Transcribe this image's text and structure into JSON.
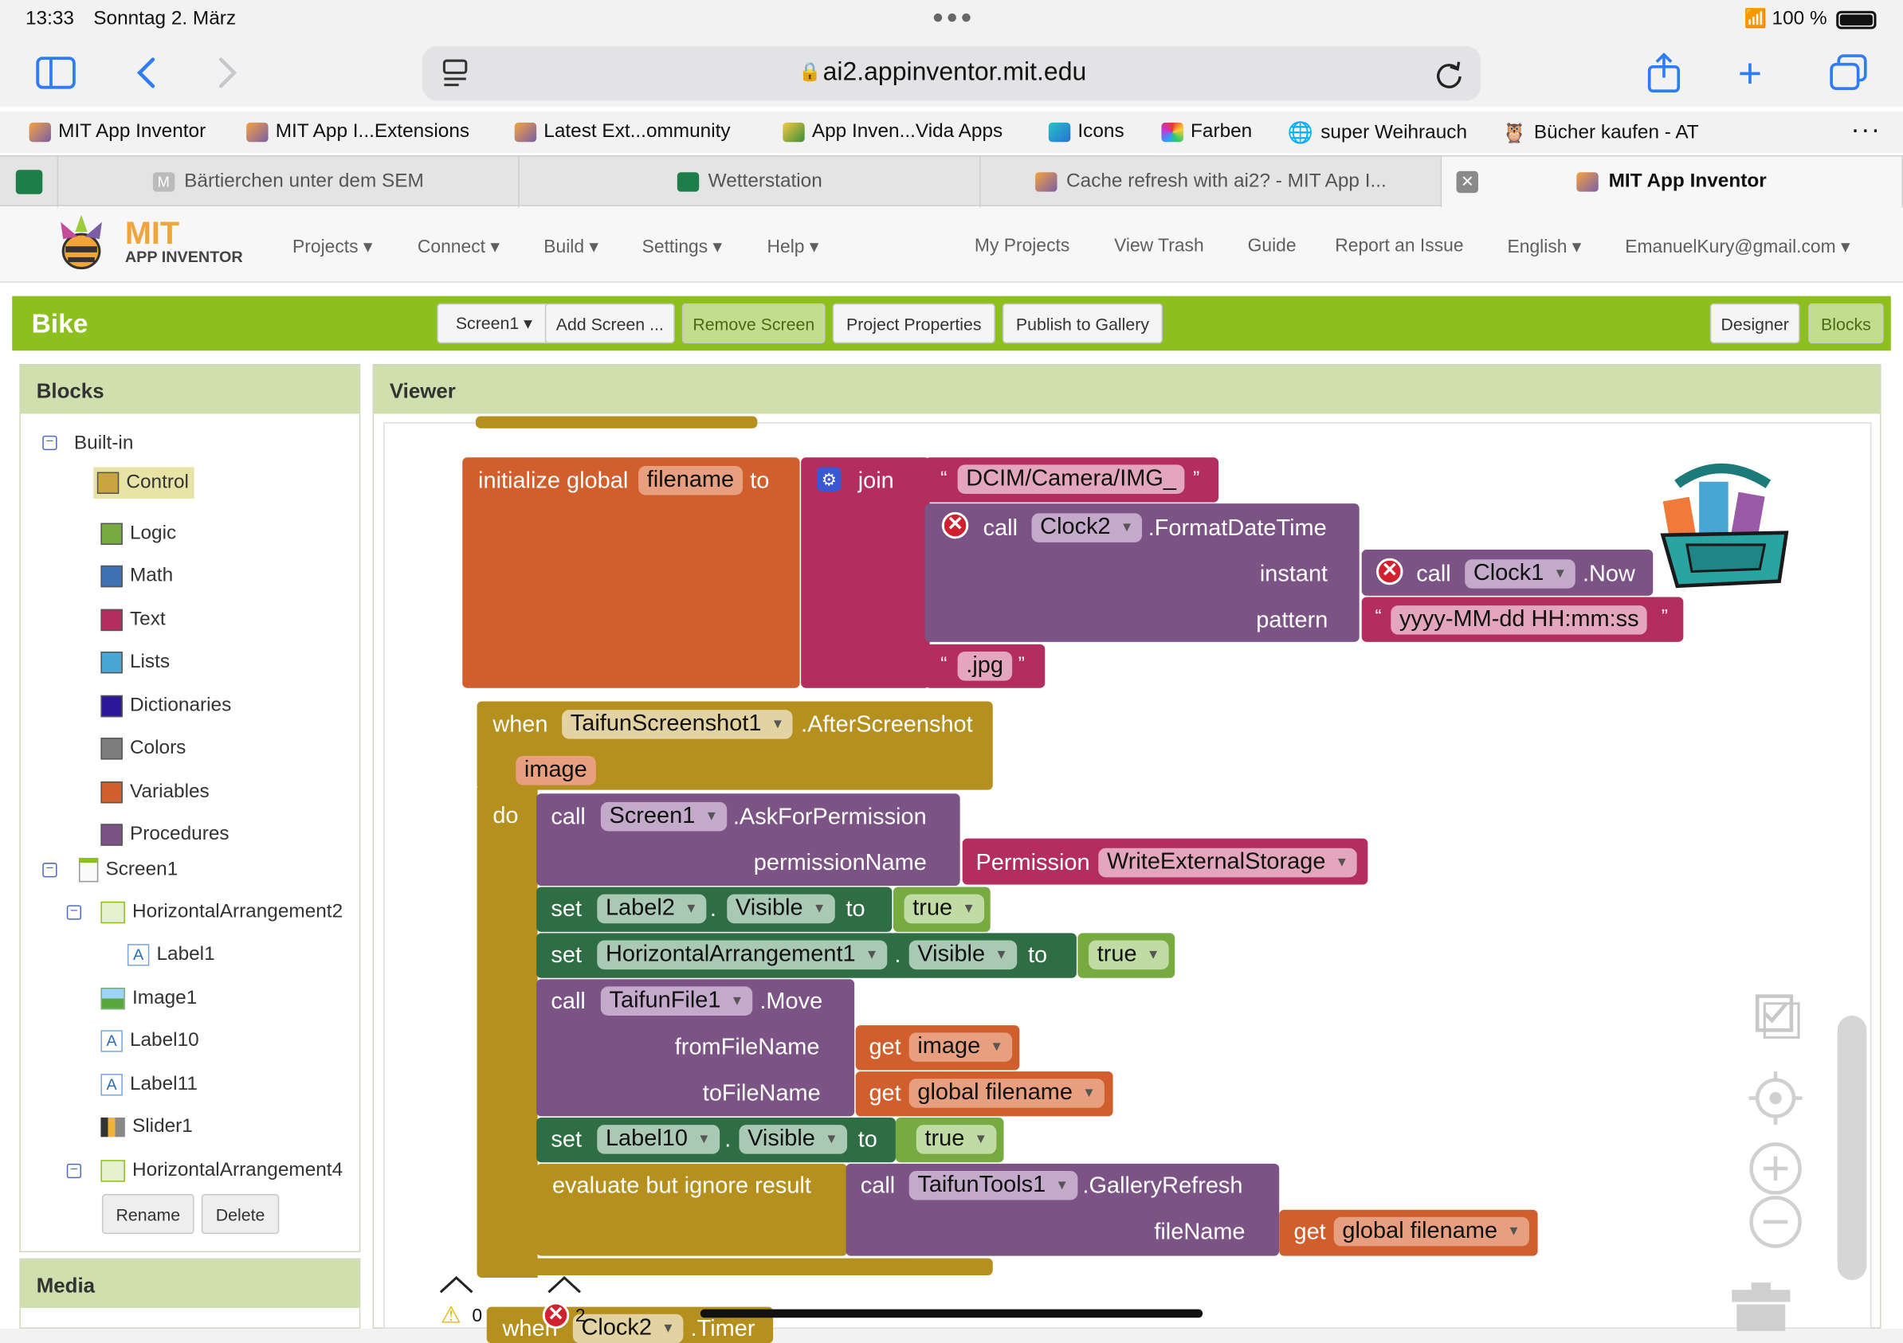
{
  "status": {
    "time": "13:33",
    "date": "Sonntag 2. März",
    "battery": "100 %"
  },
  "browser": {
    "url": "ai2.appinventor.mit.edu",
    "bookmarks": [
      "MIT App Inventor",
      "MIT App I...Extensions",
      "Latest Ext...ommunity",
      "App Inven...Vida Apps",
      "Icons",
      "Farben",
      "super Weihrauch",
      "Bücher kaufen - AT"
    ],
    "tabs": [
      "Bärtierchen unter dem SEM",
      "Wetterstation",
      "Cache refresh with ai2? - MIT App I...",
      "MIT App Inventor"
    ]
  },
  "app": {
    "logo_title": "MIT",
    "logo_sub": "APP INVENTOR",
    "menus": [
      "Projects ▾",
      "Connect ▾",
      "Build ▾",
      "Settings ▾",
      "Help ▾"
    ],
    "links": [
      "My Projects",
      "View Trash",
      "Guide",
      "Report an Issue",
      "English ▾",
      "EmanuelKury@gmail.com ▾"
    ],
    "project": "Bike",
    "toolbar": {
      "screen": "Screen1 ▾",
      "add": "Add Screen ...",
      "remove": "Remove Screen",
      "props": "Project Properties",
      "publish": "Publish to Gallery",
      "designer": "Designer",
      "blocks": "Blocks"
    }
  },
  "blocks_panel": {
    "title": "Blocks",
    "builtin": "Built-in",
    "categories": [
      {
        "label": "Control",
        "color": "#c9a441"
      },
      {
        "label": "Logic",
        "color": "#77ab41"
      },
      {
        "label": "Math",
        "color": "#3f71b5"
      },
      {
        "label": "Text",
        "color": "#b32d5e"
      },
      {
        "label": "Lists",
        "color": "#49a6d4"
      },
      {
        "label": "Dictionaries",
        "color": "#2d1799"
      },
      {
        "label": "Colors",
        "color": "#7d7d7d"
      },
      {
        "label": "Variables",
        "color": "#d05f2d"
      },
      {
        "label": "Procedures",
        "color": "#7c5385"
      }
    ],
    "components": [
      "Screen1",
      "HorizontalArrangement2",
      "Label1",
      "Image1",
      "Label10",
      "Label11",
      "Slider1",
      "HorizontalArrangement4"
    ],
    "rename": "Rename",
    "delete": "Delete",
    "media": "Media"
  },
  "viewer": {
    "title": "Viewer",
    "warnings": "0",
    "errors": "2",
    "b": {
      "init": "initialize global",
      "filename": "filename",
      "to": "to",
      "join": "join",
      "dcim": "DCIM/Camera/IMG_",
      "call": "call",
      "clock2": "Clock2",
      "fdt": ".FormatDateTime",
      "instant": "instant",
      "clock1": "Clock1",
      "now": ".Now",
      "pattern": "pattern",
      "patval": "yyyy-MM-dd HH:mm:ss",
      "jpg": ".jpg",
      "when": "when",
      "ts": "TaifunScreenshot1",
      "after": ".AfterScreenshot",
      "image": "image",
      "do": "do",
      "screen1": "Screen1",
      "ask": ".AskForPermission",
      "permname": "permissionName",
      "perm": "Permission",
      "wes": "WriteExternalStorage",
      "set": "set",
      "label2": "Label2",
      "dot": ".",
      "visible": "Visible",
      "true": "true",
      "ha1": "HorizontalArrangement1",
      "tf1": "TaifunFile1",
      "move": ".Move",
      "from": "fromFileName",
      "tofn": "toFileName",
      "get": "get",
      "gfn": "global filename",
      "label10": "Label10",
      "eval": "evaluate but ignore result",
      "tt1": "TaifunTools1",
      "gr": ".GalleryRefresh",
      "fname": "fileName",
      "clock2b": "Clock2",
      "timer": ".Timer"
    }
  }
}
